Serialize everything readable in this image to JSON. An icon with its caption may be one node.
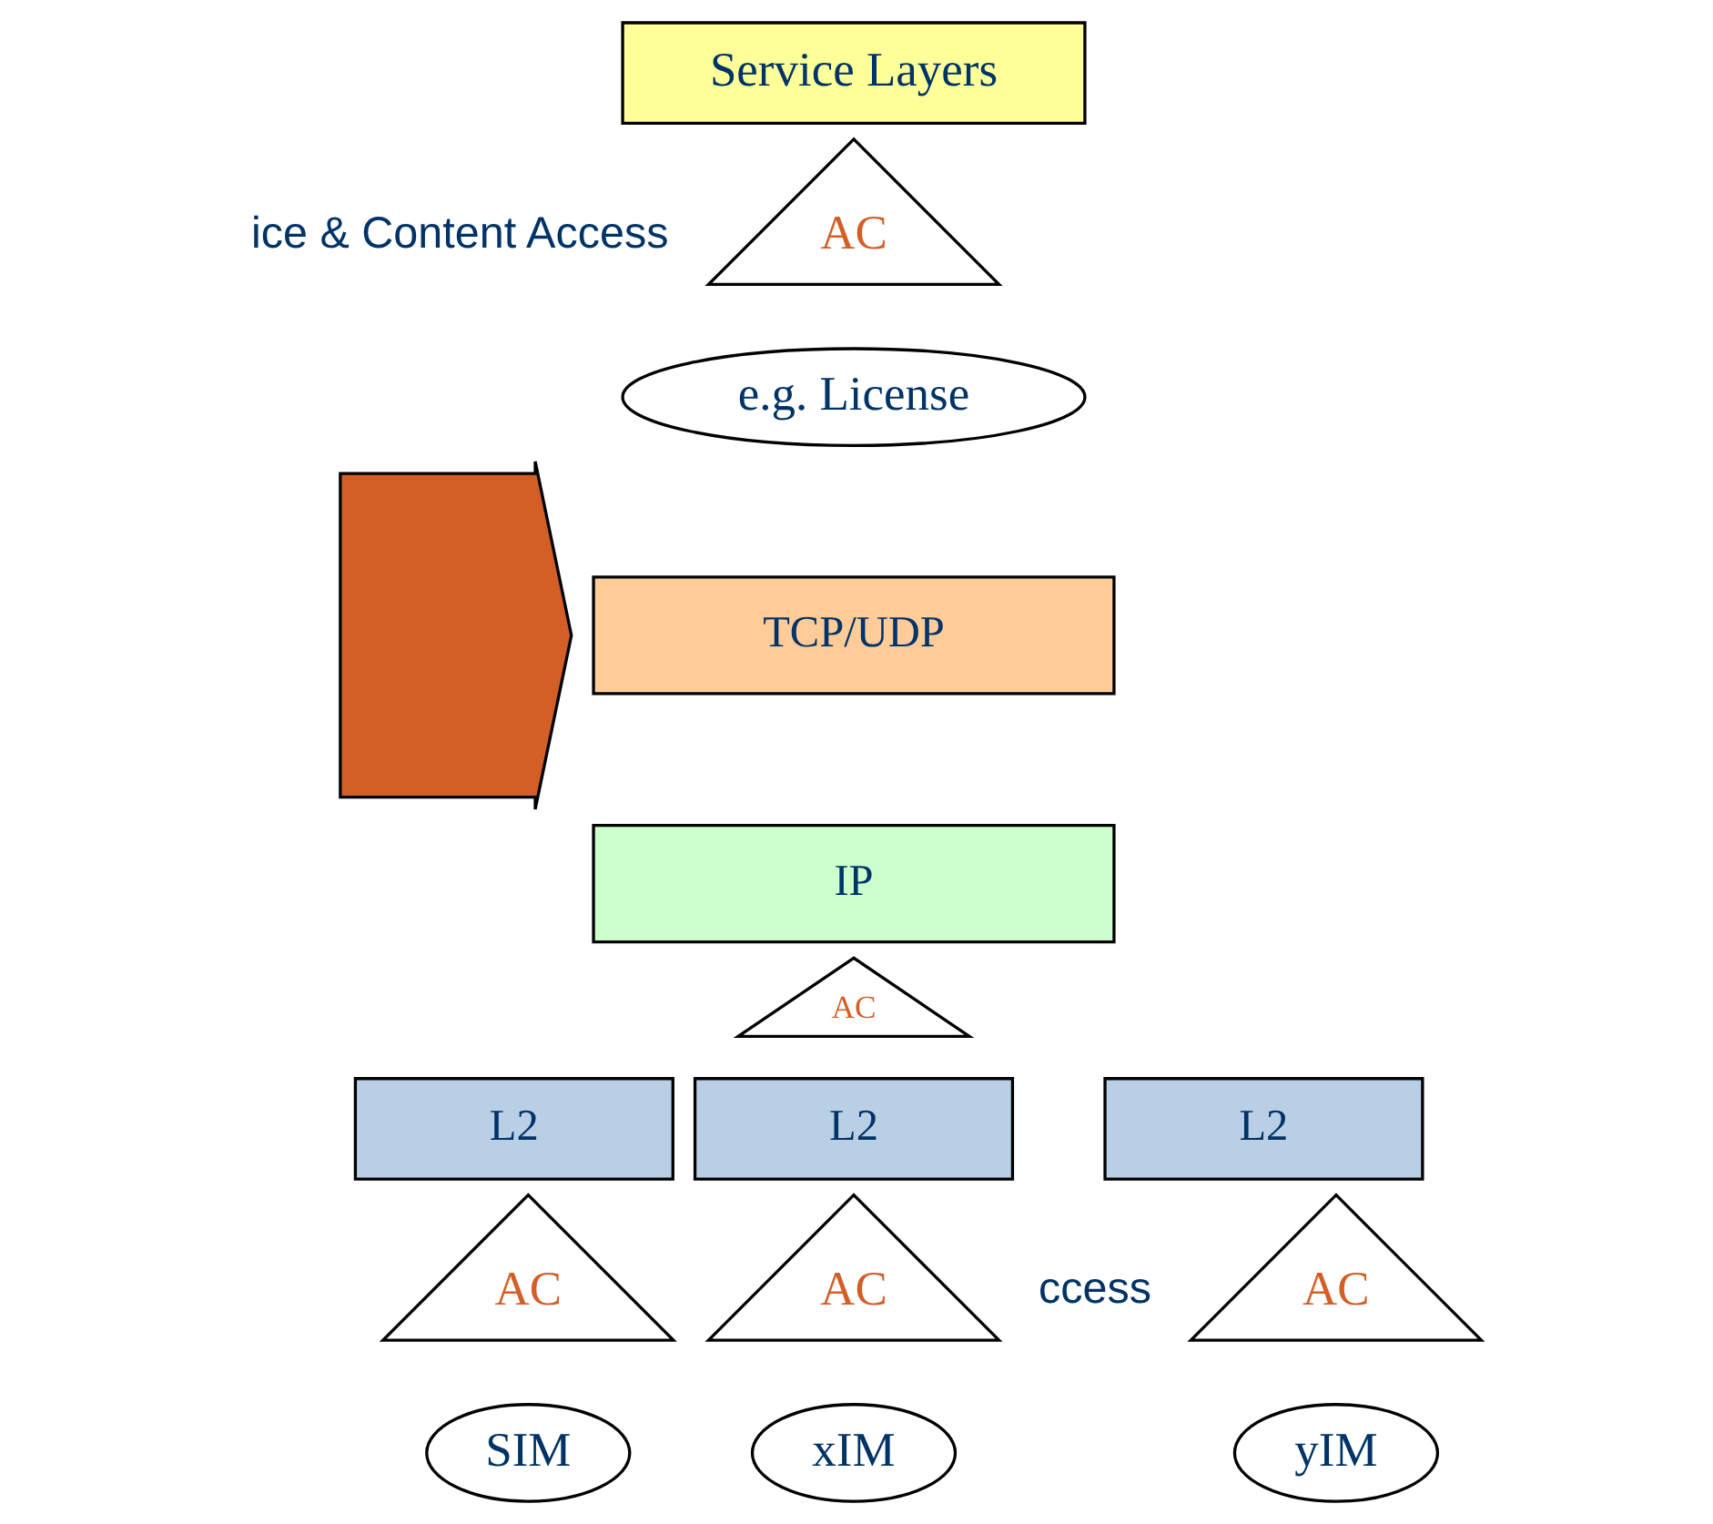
{
  "diagram": {
    "nodes": [
      {
        "text": [
          "Service Layers"
        ]
      },
      {
        "text": [
          "AC"
        ]
      },
      {
        "text": [
          "e.g. License"
        ]
      },
      {
        "text": [
          "TCP/UDP"
        ]
      },
      {
        "text": [
          "IP"
        ]
      },
      {
        "text": [
          "AC"
        ]
      },
      {
        "text": [
          "L2"
        ]
      },
      {
        "text": [
          "L2"
        ]
      },
      {
        "text": [
          "L2"
        ]
      },
      {
        "text": [
          "AC"
        ]
      },
      {
        "text": [
          "SIM"
        ]
      },
      {
        "text": [
          "AC"
        ]
      },
      {
        "text": [
          "xIM"
        ]
      },
      {
        "text": [
          "AC"
        ]
      },
      {
        "text": [
          "yIM"
        ]
      },
      {
        "text": [],
        "shape": "arrow"
      }
    ],
    "edges": [],
    "labels": [
      "ice & Content Access",
      "ccess"
    ]
  }
}
